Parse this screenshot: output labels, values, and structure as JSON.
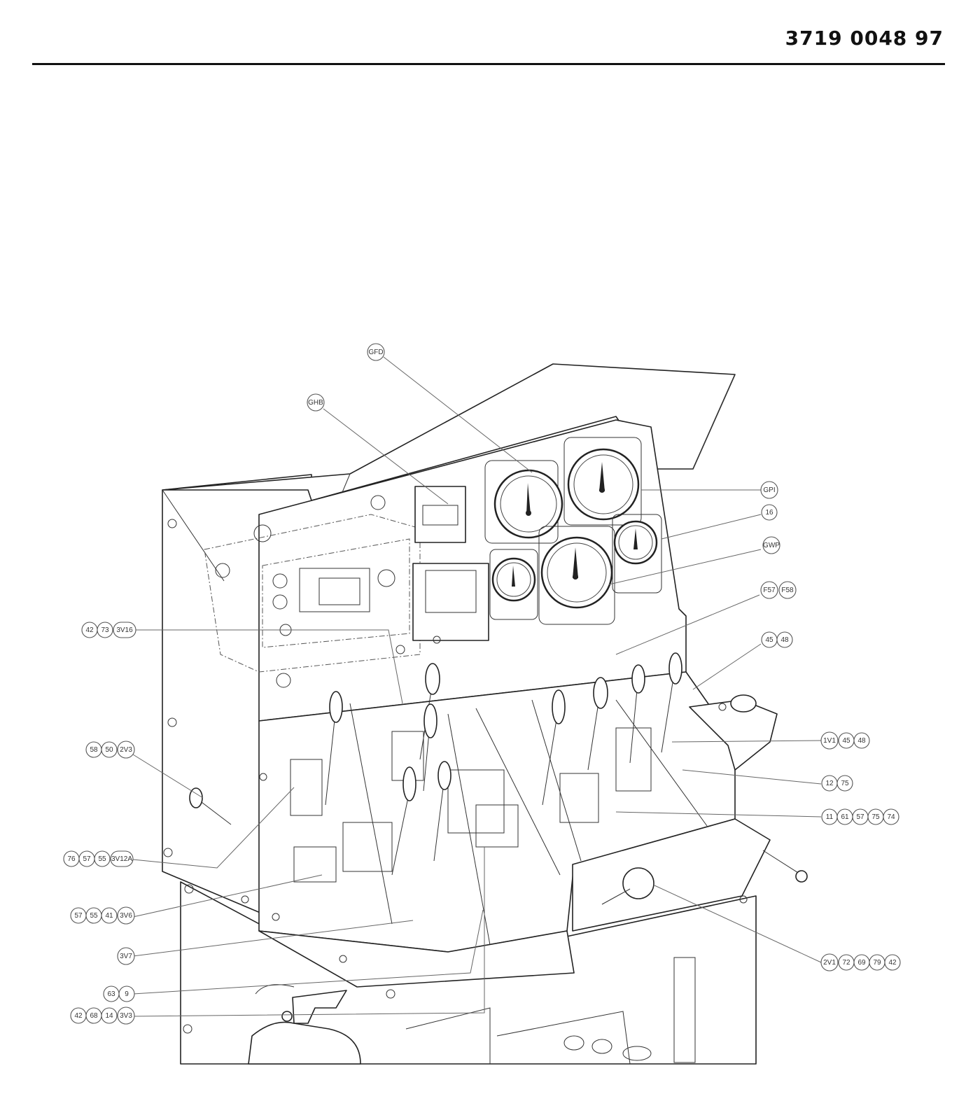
{
  "document": {
    "number": "3719 0048 97"
  },
  "callouts": [
    {
      "id": "gfd",
      "labels": [
        "GFD"
      ]
    },
    {
      "id": "ghb",
      "labels": [
        "GHB"
      ]
    },
    {
      "id": "gpi",
      "labels": [
        "GPI"
      ]
    },
    {
      "id": "n16",
      "labels": [
        "16"
      ]
    },
    {
      "id": "gwp",
      "labels": [
        "GWP"
      ]
    },
    {
      "id": "f57",
      "labels": [
        "F57",
        "F58"
      ]
    },
    {
      "id": "n45",
      "labels": [
        "45",
        "48"
      ]
    },
    {
      "id": "n42a",
      "labels": [
        "42",
        "73",
        "3V16"
      ]
    },
    {
      "id": "n1v1",
      "labels": [
        "1V1",
        "45",
        "48"
      ]
    },
    {
      "id": "n58",
      "labels": [
        "58",
        "50",
        "2V3"
      ]
    },
    {
      "id": "n12",
      "labels": [
        "12",
        "75"
      ]
    },
    {
      "id": "n11",
      "labels": [
        "11",
        "61",
        "57",
        "75",
        "74"
      ]
    },
    {
      "id": "n76",
      "labels": [
        "76",
        "57",
        "55",
        "3V12A"
      ]
    },
    {
      "id": "n57",
      "labels": [
        "57",
        "55",
        "41",
        "3V6"
      ]
    },
    {
      "id": "n3v7",
      "labels": [
        "3V7"
      ]
    },
    {
      "id": "n2v1",
      "labels": [
        "2V1",
        "72",
        "69",
        "79",
        "42"
      ]
    },
    {
      "id": "n63",
      "labels": [
        "63",
        "9"
      ]
    },
    {
      "id": "n42b",
      "labels": [
        "42",
        "68",
        "14",
        "3V3"
      ]
    }
  ]
}
